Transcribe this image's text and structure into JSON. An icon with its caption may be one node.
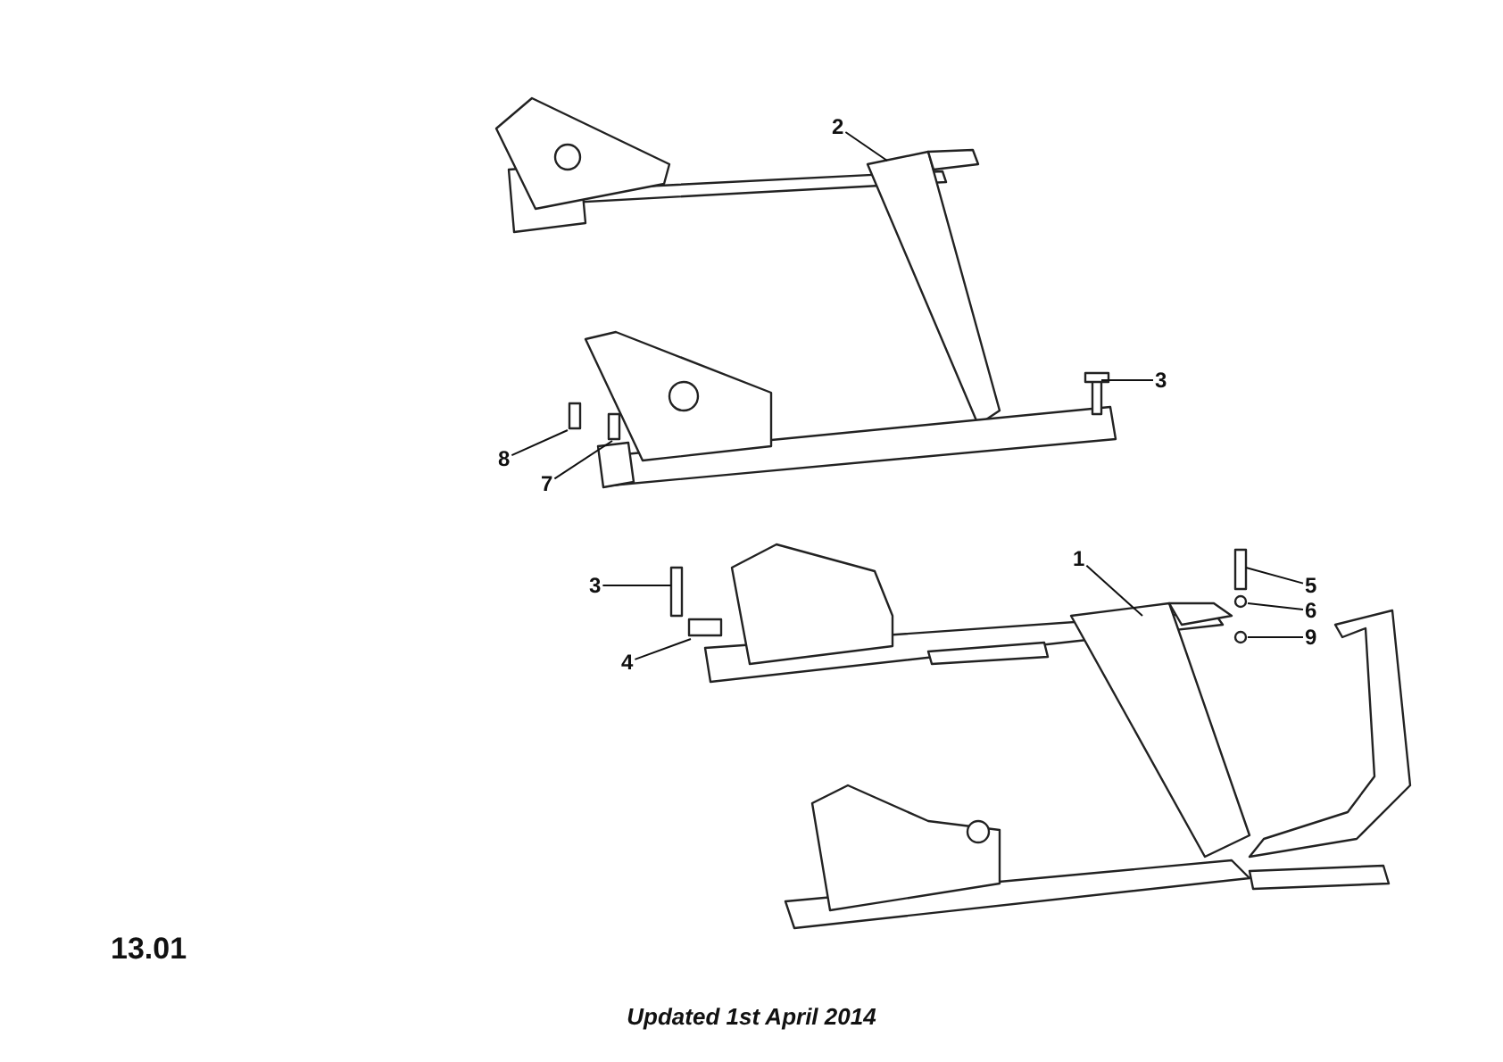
{
  "diagram": {
    "caption": "Updated 1st April 2014",
    "nodes": [
      {
        "text": [
          "2"
        ]
      },
      {
        "text": [
          "3"
        ]
      },
      {
        "text": [
          "8"
        ]
      },
      {
        "text": [
          "7"
        ]
      },
      {
        "text": [
          "1"
        ]
      },
      {
        "text": [
          "5"
        ]
      },
      {
        "text": [
          "3"
        ]
      },
      {
        "text": [
          "6"
        ]
      },
      {
        "text": [
          "4"
        ]
      },
      {
        "text": [
          "9"
        ]
      }
    ],
    "edges": [
      {
        "from": 0,
        "to": null,
        "arrow": "none"
      },
      {
        "from": 1,
        "to": null,
        "arrow": "none"
      },
      {
        "from": 2,
        "to": null,
        "arrow": "none"
      },
      {
        "from": 3,
        "to": null,
        "arrow": "none"
      },
      {
        "from": 4,
        "to": null,
        "arrow": "none"
      },
      {
        "from": 5,
        "to": null,
        "arrow": "none"
      },
      {
        "from": 6,
        "to": null,
        "arrow": "none"
      },
      {
        "from": 7,
        "to": null,
        "arrow": "none"
      },
      {
        "from": 8,
        "to": null,
        "arrow": "none"
      },
      {
        "from": 9,
        "to": null,
        "arrow": "none"
      }
    ],
    "labels": [
      "13.01"
    ]
  }
}
